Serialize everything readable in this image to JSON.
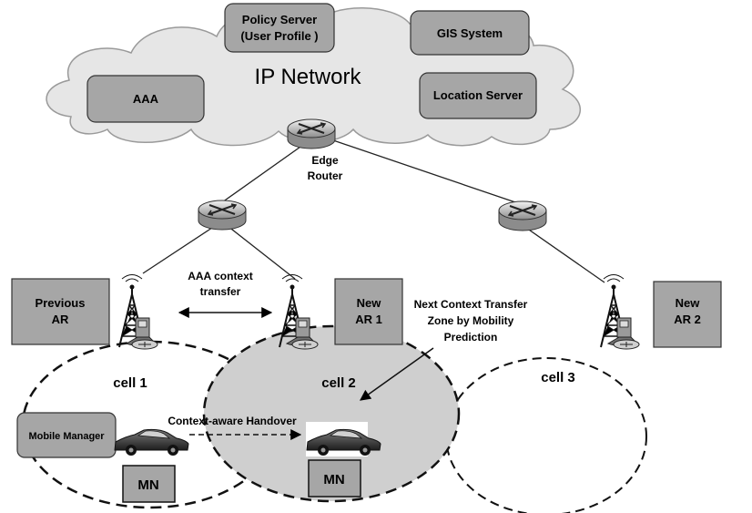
{
  "cloud": {
    "title": "IP Network",
    "servers": {
      "policy_line1": "Policy Server",
      "policy_line2": "(User Profile )",
      "gis": "GIS System",
      "aaa": "AAA",
      "location": "Location Server"
    }
  },
  "edge_router": {
    "line1": "Edge",
    "line2": "Router"
  },
  "aaa_transfer": {
    "line1": "AAA context",
    "line2": "transfer"
  },
  "ars": {
    "previous": {
      "line1": "Previous",
      "line2": "AR"
    },
    "new1": {
      "line1": "New",
      "line2": "AR 1"
    },
    "new2": {
      "line1": "New",
      "line2": "AR 2"
    }
  },
  "prediction": {
    "line1": "Next Context Transfer",
    "line2": "Zone by Mobility",
    "line3": "Prediction"
  },
  "cells": {
    "cell1": "cell 1",
    "cell2": "cell 2",
    "cell3": "cell 3"
  },
  "mobile_manager": "Mobile Manager",
  "handover": "Context-aware Handover",
  "mn": {
    "left": "MN",
    "right": "MN"
  },
  "colors": {
    "box_fill": "#a6a6a6",
    "cell2_fill": "#cfcfcf",
    "cloud_fill": "#e6e6e6"
  }
}
